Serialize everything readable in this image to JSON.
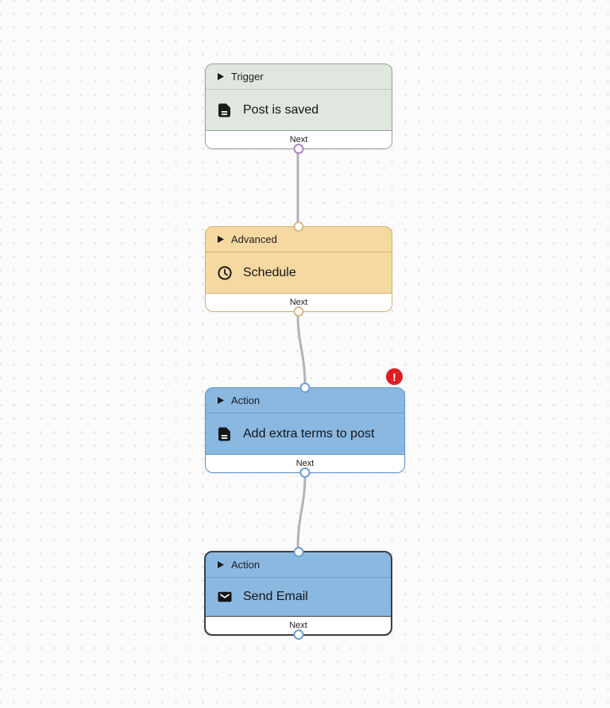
{
  "canvas": {
    "background_color": "#fbfbfb",
    "dot_color": "#d9d9d9"
  },
  "edge_color": "#b4b2b9",
  "error_badge": {
    "glyph": "!",
    "background": "#e01b24"
  },
  "nodes": [
    {
      "category": "Trigger",
      "title": "Post is saved",
      "icon": "document-icon",
      "footer_label": "Next",
      "has_error": false,
      "selected": false,
      "colors": {
        "bg": "#dfe7df",
        "border": "#98a198",
        "divider": "#bfc9bf",
        "port_border": "#b283c0"
      }
    },
    {
      "category": "Advanced",
      "title": "Schedule",
      "icon": "clock-icon",
      "footer_label": "Next",
      "has_error": false,
      "selected": false,
      "colors": {
        "bg": "#f6d9a1",
        "border": "#d7b170",
        "divider": "#dcb268",
        "port_border": "#d9b986"
      }
    },
    {
      "category": "Action",
      "title": "Add extra terms to post",
      "icon": "document-icon",
      "footer_label": "Next",
      "has_error": true,
      "selected": false,
      "colors": {
        "bg": "#8bb8e1",
        "border": "#5a94cb",
        "divider": "#6d9fd2",
        "port_border": "#6ba0d3"
      }
    },
    {
      "category": "Action",
      "title": "Send Email",
      "icon": "mail-icon",
      "footer_label": "Next",
      "has_error": false,
      "selected": true,
      "colors": {
        "bg": "#8bb8e1",
        "border": "#3b4046",
        "divider": "#6d9fd2",
        "port_border": "#6ba0d3"
      }
    }
  ]
}
